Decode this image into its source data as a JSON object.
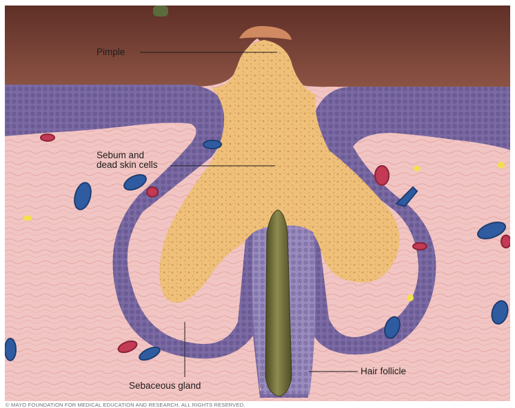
{
  "labels": {
    "pimple": "Pimple",
    "sebum_line1": "Sebum and",
    "sebum_line2": "dead skin cells",
    "sebaceous": "Sebaceous gland",
    "hair_follicle": "Hair follicle"
  },
  "copyright": "© MAYO FOUNDATION FOR MEDICAL EDUCATION AND RESEARCH. ALL RIGHTS RESERVED.",
  "colors": {
    "surface": "#7b4438",
    "dermis": "#f1c5c3",
    "epidermis": "#7b6aa4",
    "epidermis_dark": "#4d4076",
    "sebum": "#eec079",
    "hair": "#6d6a3a",
    "vessel_blue": "#2f5ca0",
    "vessel_red": "#c23a54",
    "fat_yellow": "#f3e04e"
  }
}
